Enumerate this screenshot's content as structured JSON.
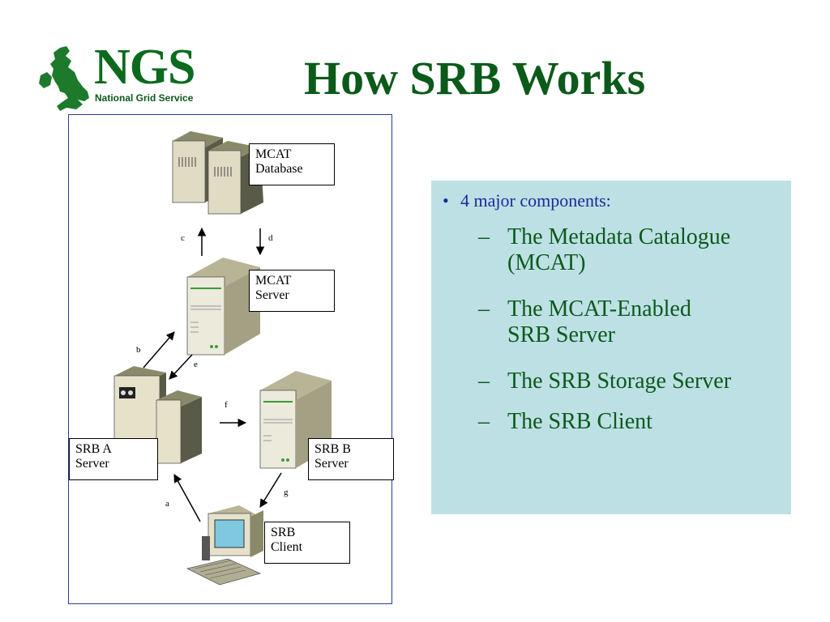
{
  "header": {
    "logo_text": "NGS",
    "logo_subtitle": "National Grid Service",
    "title": "How SRB Works"
  },
  "diagram": {
    "nodes": {
      "mcat_database": [
        "MCAT",
        "Database"
      ],
      "mcat_server": [
        "MCAT",
        "Server"
      ],
      "srb_a_server": [
        "SRB A",
        "Server"
      ],
      "srb_b_server": [
        "SRB B",
        "Server"
      ],
      "srb_client": [
        "SRB",
        "Client"
      ]
    },
    "arrows": {
      "a": "a",
      "b": "b",
      "c": "c",
      "d": "d",
      "e": "e",
      "f": "f",
      "g": "g"
    }
  },
  "bullets": {
    "main": "4 major components:",
    "items": [
      [
        "The Metadata Catalogue",
        "(MCAT)"
      ],
      [
        "The MCAT-Enabled",
        "SRB Server"
      ],
      [
        "The SRB Storage Server"
      ],
      [
        "The SRB Client"
      ]
    ],
    "bullet_glyph": "•",
    "dash_glyph": "–"
  },
  "colors": {
    "title_green": "#0b5a1a",
    "logo_green": "#0b6a1e",
    "bullet_blue": "#1a2a9a",
    "panel_bg": "#bde0e5",
    "frame_blue": "#2a3aa0"
  }
}
